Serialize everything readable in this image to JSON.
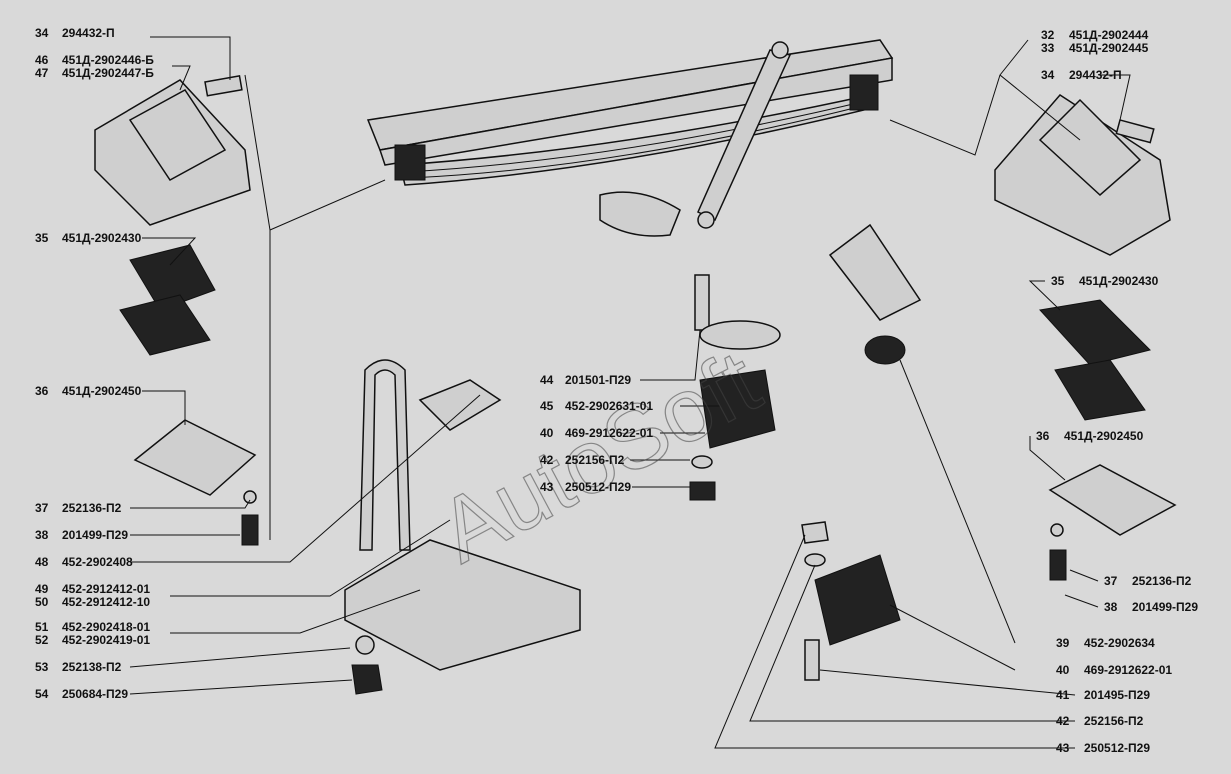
{
  "watermark": "AutoSoft",
  "callouts": {
    "left": [
      {
        "num": "34",
        "code": "294432-П"
      },
      {
        "num": "46",
        "code": "451Д-2902446-Б"
      },
      {
        "num": "47",
        "code": "451Д-2902447-Б"
      },
      {
        "num": "35",
        "code": "451Д-2902430"
      },
      {
        "num": "36",
        "code": "451Д-2902450"
      },
      {
        "num": "37",
        "code": "252136-П2"
      },
      {
        "num": "38",
        "code": "201499-П29"
      },
      {
        "num": "48",
        "code": "452-2902408"
      },
      {
        "num": "49",
        "code": "452-2912412-01"
      },
      {
        "num": "50",
        "code": "452-2912412-10"
      },
      {
        "num": "51",
        "code": "452-2902418-01"
      },
      {
        "num": "52",
        "code": "452-2902419-01"
      },
      {
        "num": "53",
        "code": "252138-П2"
      },
      {
        "num": "54",
        "code": "250684-П29"
      }
    ],
    "center": [
      {
        "num": "44",
        "code": "201501-П29"
      },
      {
        "num": "45",
        "code": "452-2902631-01"
      },
      {
        "num": "40",
        "code": "469-2912622-01"
      },
      {
        "num": "42",
        "code": "252156-П2"
      },
      {
        "num": "43",
        "code": "250512-П29"
      }
    ],
    "right": [
      {
        "num": "32",
        "code": "451Д-2902444"
      },
      {
        "num": "33",
        "code": "451Д-2902445"
      },
      {
        "num": "34",
        "code": "294432-П"
      },
      {
        "num": "35",
        "code": "451Д-2902430"
      },
      {
        "num": "36",
        "code": "451Д-2902450"
      },
      {
        "num": "37",
        "code": "252136-П2"
      },
      {
        "num": "38",
        "code": "201499-П29"
      },
      {
        "num": "39",
        "code": "452-2902634"
      },
      {
        "num": "40",
        "code": "469-2912622-01"
      },
      {
        "num": "41",
        "code": "201495-П29"
      },
      {
        "num": "42",
        "code": "252156-П2"
      },
      {
        "num": "43",
        "code": "250512-П29"
      }
    ]
  }
}
